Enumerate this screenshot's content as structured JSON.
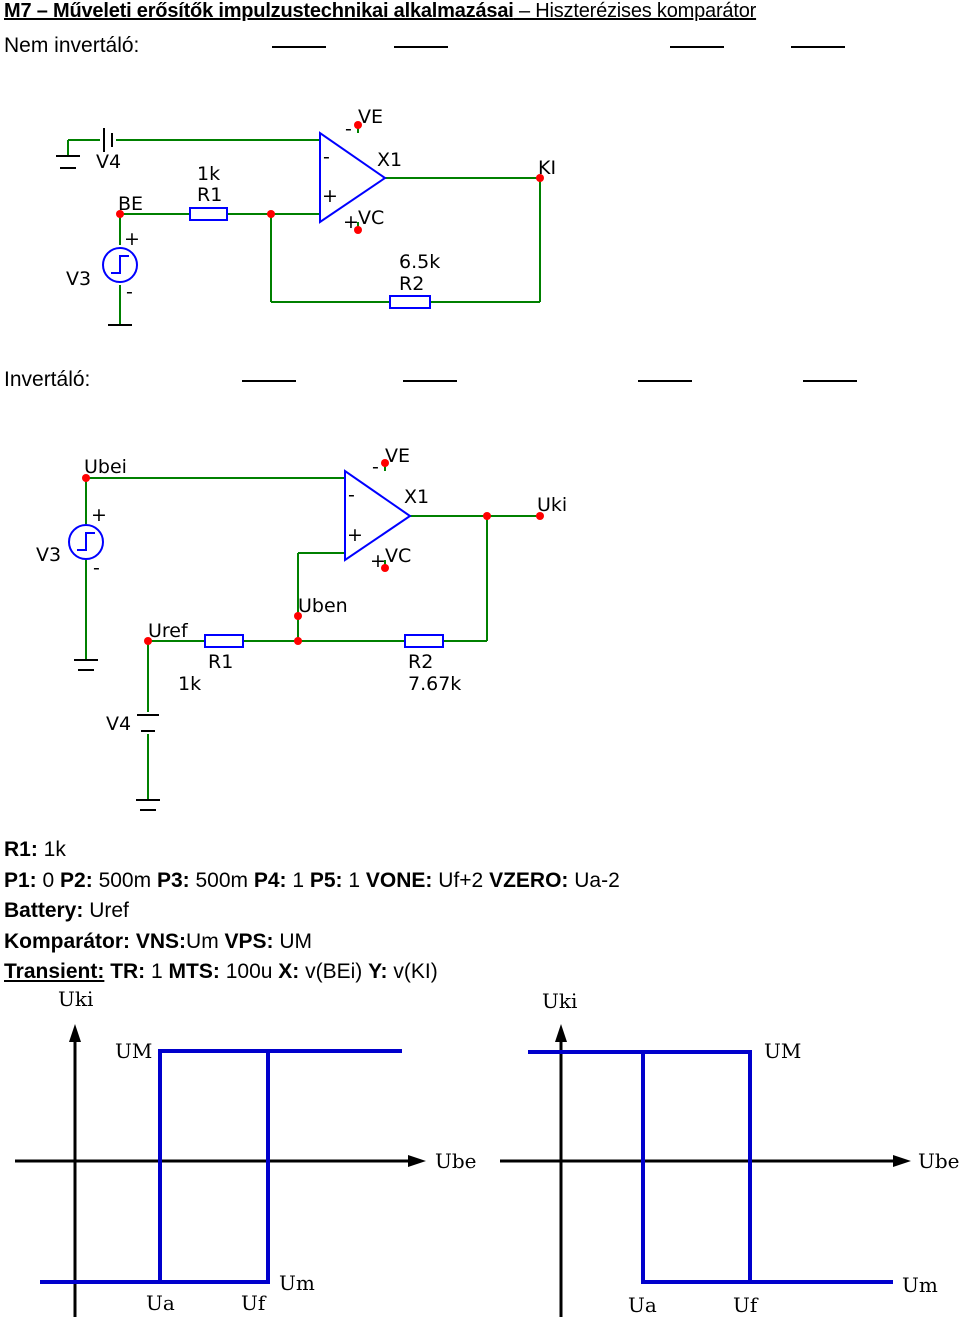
{
  "title": {
    "bold": "M7 – Műveleti erősítők impulzustechnikai alkalmazásai",
    "rest": " – Hiszterézises komparátor"
  },
  "sections": {
    "noninverting": "Nem invertáló:",
    "inverting": "Invertáló:"
  },
  "circuit1": {
    "labels": {
      "ve": "VE",
      "x1": "X1",
      "vc": "VC",
      "ki": "KI",
      "be": "BE",
      "v4": "V4",
      "v3": "V3",
      "r1_val": "1k",
      "r1": "R1",
      "r2_val": "6.5k",
      "r2": "R2",
      "plus": "+",
      "minus": "-"
    }
  },
  "circuit2": {
    "labels": {
      "ve": "VE",
      "x1": "X1",
      "vc": "VC",
      "uki": "Uki",
      "ubei": "Ubei",
      "uben": "Uben",
      "uref": "Uref",
      "v3": "V3",
      "v4": "V4",
      "r1": "R1",
      "r1_val": "1k",
      "r2": "R2",
      "r2_val": "7.67k",
      "plus": "+",
      "minus": "-"
    }
  },
  "params": {
    "r1_key": "R1:",
    "r1_val": " 1k",
    "p1_key": "P1:",
    "p1_val": " 0 ",
    "p2_key": "P2:",
    "p2_val": " 500m ",
    "p3_key": "P3:",
    "p3_val": " 500m ",
    "p4_key": "P4:",
    "p4_val": " 1 ",
    "p5_key": "P5:",
    "p5_val": " 1 ",
    "vone_key": "VONE:",
    "vone_val": " Uf+2 ",
    "vzero_key": "VZERO:",
    "vzero_val": " Ua-2",
    "battery_key": "Battery:",
    "battery_val": " Uref",
    "komp_key": "Komparátor: VNS:",
    "komp_val": "Um ",
    "vps_key": "VPS:",
    "vps_val": " UM",
    "transient_key": "Transient:",
    "tr_key": " TR:",
    "tr_val": " 1 ",
    "mts_key": "MTS:",
    "mts_val": " 100u ",
    "x_key": "X:",
    "x_val": " v(BEi) ",
    "y_key": "Y:",
    "y_val": " v(KI)"
  },
  "graph1": {
    "y_label": "Uki",
    "x_label": "Ube",
    "um": "UM",
    "um_low": "Um",
    "ua": "Ua",
    "uf": "Uf"
  },
  "graph2": {
    "y_label": "Uki",
    "x_label": "Ube",
    "um": "UM",
    "um_low": "Um",
    "ua": "Ua",
    "uf": "Uf"
  },
  "colors": {
    "wire": "#008000",
    "component": "#0000ff",
    "node": "#ff0000",
    "trace": "#0000cc"
  }
}
